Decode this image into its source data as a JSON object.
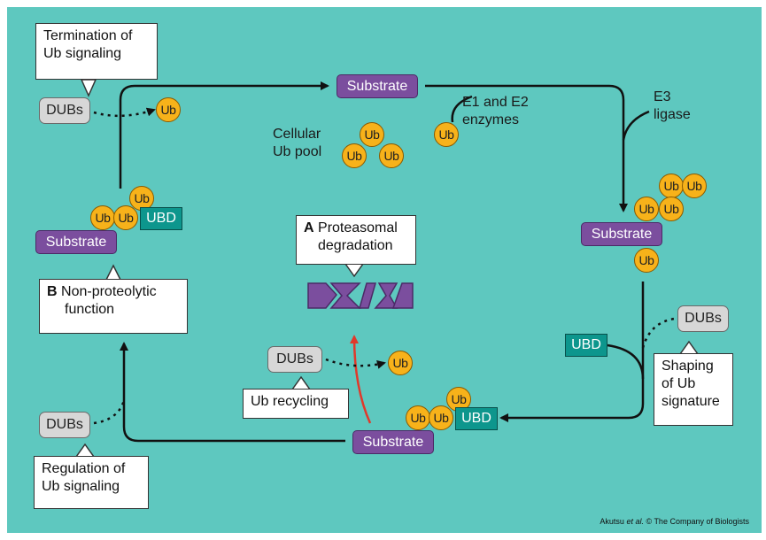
{
  "labels": {
    "substrate": "Substrate",
    "ub": "Ub",
    "dubs": "DUBs",
    "ubd": "UBD",
    "cellular_ub_pool": [
      "Cellular",
      "Ub pool"
    ],
    "e1_e2": [
      "E1 and E2",
      "enzymes"
    ],
    "e3": [
      "E3",
      "ligase"
    ]
  },
  "callouts": {
    "termination": [
      "Termination of",
      "Ub signaling"
    ],
    "non_proteolytic_letter": "B",
    "non_proteolytic": [
      "Non-proteolytic",
      "function"
    ],
    "proteasomal_letter": "A",
    "proteasomal": [
      "Proteasomal",
      "degradation"
    ],
    "ub_recycling": "Ub recycling",
    "shaping": [
      "Shaping",
      "of Ub",
      "signature"
    ],
    "regulation": [
      "Regulation of",
      "Ub signaling"
    ]
  },
  "credit": {
    "authors": "Akutsu",
    "etal": "et al.",
    "rest": "© The Company of Biologists"
  },
  "colors": {
    "background": "#5ec8bf",
    "ubiquitin": "#f7b21a",
    "substrate": "#7b4e9e",
    "ubd": "#0d968d",
    "dubs": "#d7d7d7",
    "degradation_arrow": "#e0392b"
  }
}
